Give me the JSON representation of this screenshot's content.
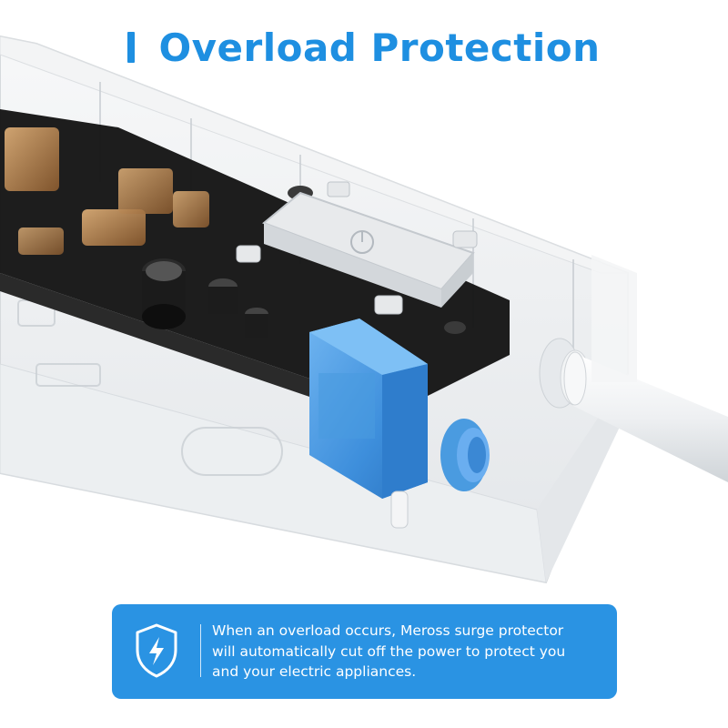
{
  "header": {
    "title": "Overload Protection"
  },
  "colors": {
    "accent": "#1e8fe1",
    "info_box_bg": "#2a93e3",
    "relay": "#4a9be0",
    "pcb": "#141414"
  },
  "scene": {
    "description_icon": "power-strip-cutaway-illustration"
  },
  "info": {
    "icon": "shield-lightning-icon",
    "lines": [
      "When an overload occurs, Meross surge protector",
      "will automatically cut off the power to protect you",
      "and your electric appliances."
    ]
  }
}
